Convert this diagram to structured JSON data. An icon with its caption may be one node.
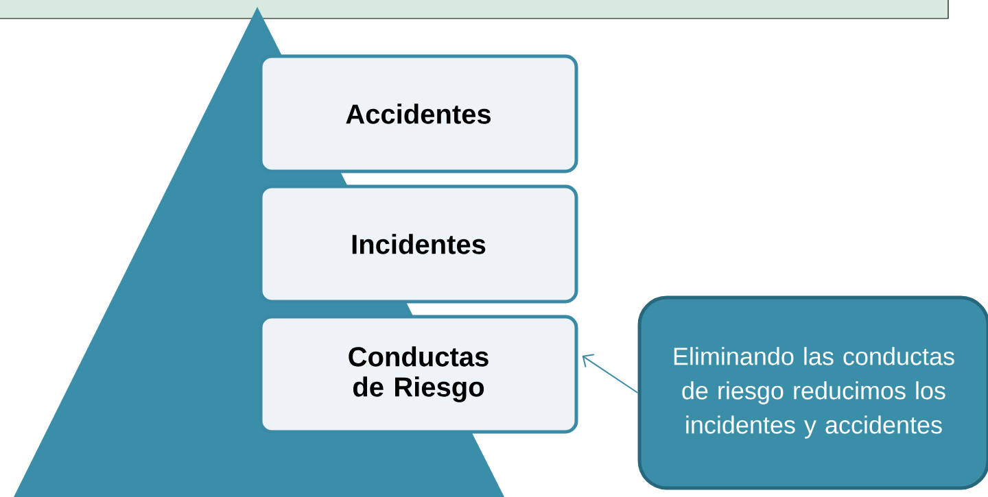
{
  "diagram": {
    "nodes": [
      {
        "text": [
          "Accidentes"
        ]
      },
      {
        "text": [
          "Incidentes"
        ]
      },
      {
        "text": [
          "Conductas de Riesgo"
        ]
      },
      {
        "text": [
          "Eliminando las conductas de riesgo reducimos los incidentes y accidentes"
        ]
      }
    ],
    "edges": [
      {
        "from": 3,
        "to": 2,
        "arrow": "to"
      }
    ]
  }
}
